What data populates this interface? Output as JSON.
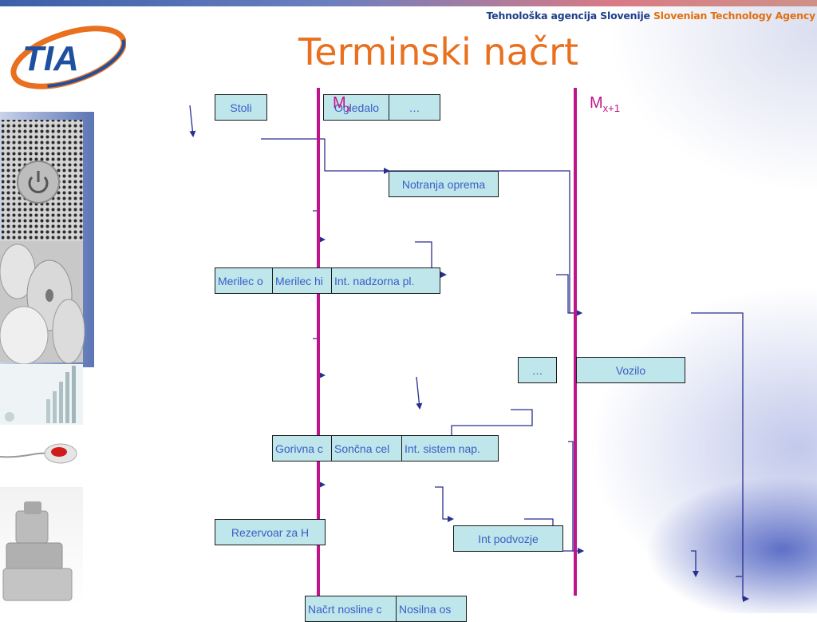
{
  "header": {
    "agency_sl": "Tehnološka agencija Slovenije",
    "agency_en": "Slovenian Technology Agency",
    "title": "Terminski načrt",
    "logo_text": "TIA"
  },
  "milestones": [
    {
      "base": "M",
      "sub": "x"
    },
    {
      "base": "M",
      "sub": "x+1"
    }
  ],
  "boxes": {
    "stoli": "Stoli",
    "ogledalo": "Ogledalo",
    "ellipsis_top": "…",
    "notranja_oprema": "Notranja oprema",
    "merilec_o": "Merilec o",
    "merilec_h": "Merilec hi",
    "int_nadzorna": "Int. nadzorna pl.",
    "ellipsis_mid": "…",
    "vozilo": "Vozilo",
    "gorivna": "Gorivna c",
    "soncna": "Sončna cel",
    "int_sistem": "Int. sistem nap.",
    "rezervoar": "Rezervoar za H",
    "int_podvozje": "Int podvozje",
    "nacrt_nosline": "Načrt nosline c",
    "nosilna_os": "Nosilna os"
  },
  "colors": {
    "title": "#e8701e",
    "milestone": "#c0158a",
    "box_fill": "#bfe6ea",
    "box_text": "#3a5ec8",
    "arrow": "#2a2f8f",
    "agency_sl": "#1f3f8a",
    "agency_en": "#e07010"
  }
}
